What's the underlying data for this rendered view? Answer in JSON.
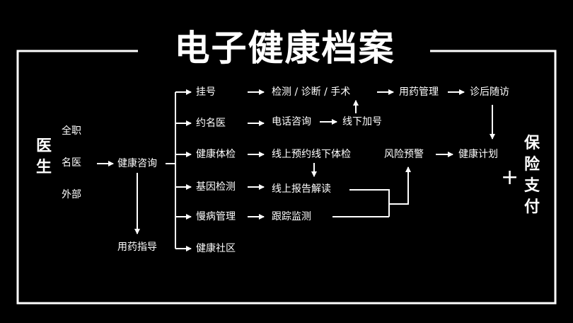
{
  "title": "电子健康档案",
  "doctor_label": "医生",
  "doctor_types": [
    "全职",
    "名医",
    "外部"
  ],
  "consult": "健康咨询",
  "medication_guidance": "用药指导",
  "services": [
    "挂号",
    "约名医",
    "健康体检",
    "基因检测",
    "慢病管理",
    "健康社区"
  ],
  "flow": {
    "detect_diagnose_surgery": "检测 / 诊断 / 手术",
    "medication_management": "用药管理",
    "follow_up": "诊后随访",
    "phone_consult": "电话咨询",
    "offline_add": "线下加号",
    "online_booking_checkup": "线上预约线下体检",
    "online_report": "线上报告解读",
    "tracking_monitor": "跟踪监测",
    "risk_warning": "风险预警",
    "health_plan": "健康计划"
  },
  "plus_sign": "+",
  "insurance_label": "保险支付",
  "colors": {
    "background": "#000000",
    "foreground": "#ffffff"
  }
}
